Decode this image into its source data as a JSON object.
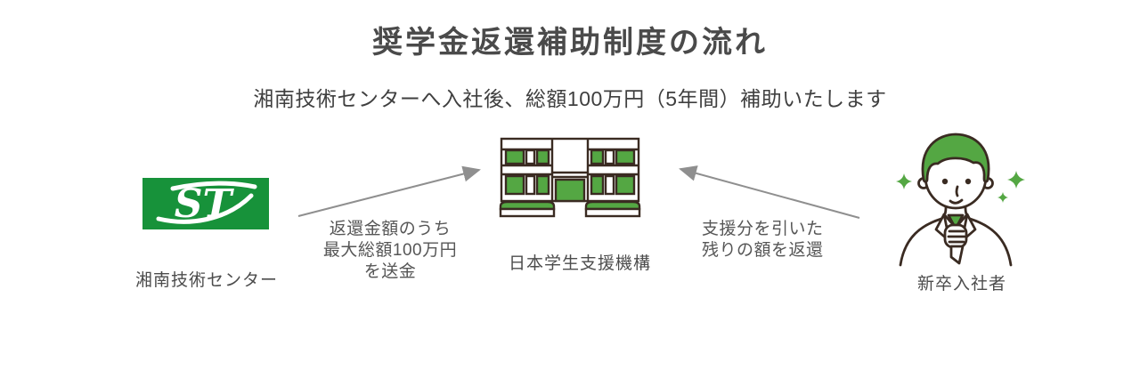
{
  "title": "奨学金返還補助制度の流れ",
  "subtitle": "湘南技術センターへ入社後、総額100万円（5年間）補助いたします",
  "entities": {
    "company": {
      "label": "湘南技術センター",
      "logo_text": "ST",
      "icon": "stc-logo"
    },
    "jasso": {
      "label": "日本学生支援機構",
      "icon": "school-building-icon"
    },
    "graduate": {
      "label": "新卒入社者",
      "icon": "new-employee-icon"
    }
  },
  "flows": {
    "send": {
      "lines": [
        "返還金額のうち",
        "最大総額100万円",
        "を送金"
      ]
    },
    "repay": {
      "lines": [
        "支援分を引いた",
        "残りの額を返還"
      ]
    }
  },
  "colors": {
    "illustration_green": "#54a743",
    "logo_green": "#17923a",
    "outline_brown": "#3a2b22",
    "arrow_gray": "#8f8f8f",
    "title_gray": "#4a4a4a",
    "text_gray": "#565656"
  }
}
